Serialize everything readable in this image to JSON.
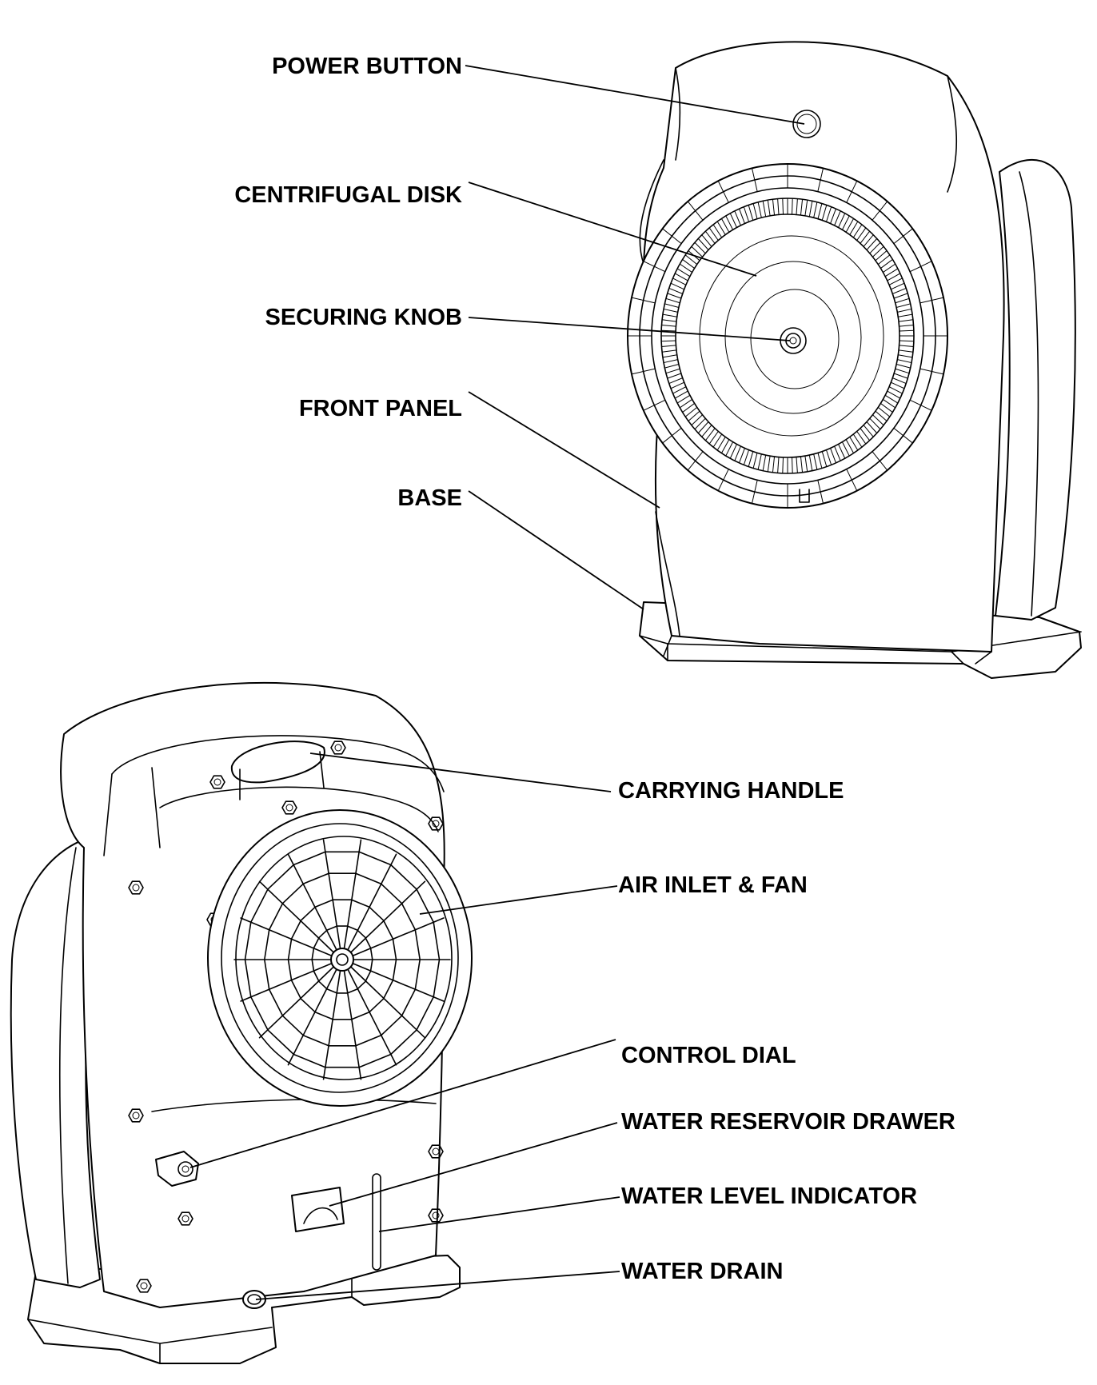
{
  "labels": {
    "power_button": "POWER BUTTON",
    "centrifugal_disk": "CENTRIFUGAL DISK",
    "securing_knob": "SECURING KNOB",
    "front_panel": "FRONT PANEL",
    "base": "BASE",
    "carrying_handle": "CARRYING HANDLE",
    "air_inlet_fan": "AIR INLET & FAN",
    "control_dial": "CONTROL DIAL",
    "water_reservoir_drawer": "WATER RESERVOIR DRAWER",
    "water_level_indicator": "WATER LEVEL INDICATOR",
    "water_drain": "WATER DRAIN"
  },
  "colors": {
    "ink": "#000000",
    "paper": "#ffffff"
  }
}
